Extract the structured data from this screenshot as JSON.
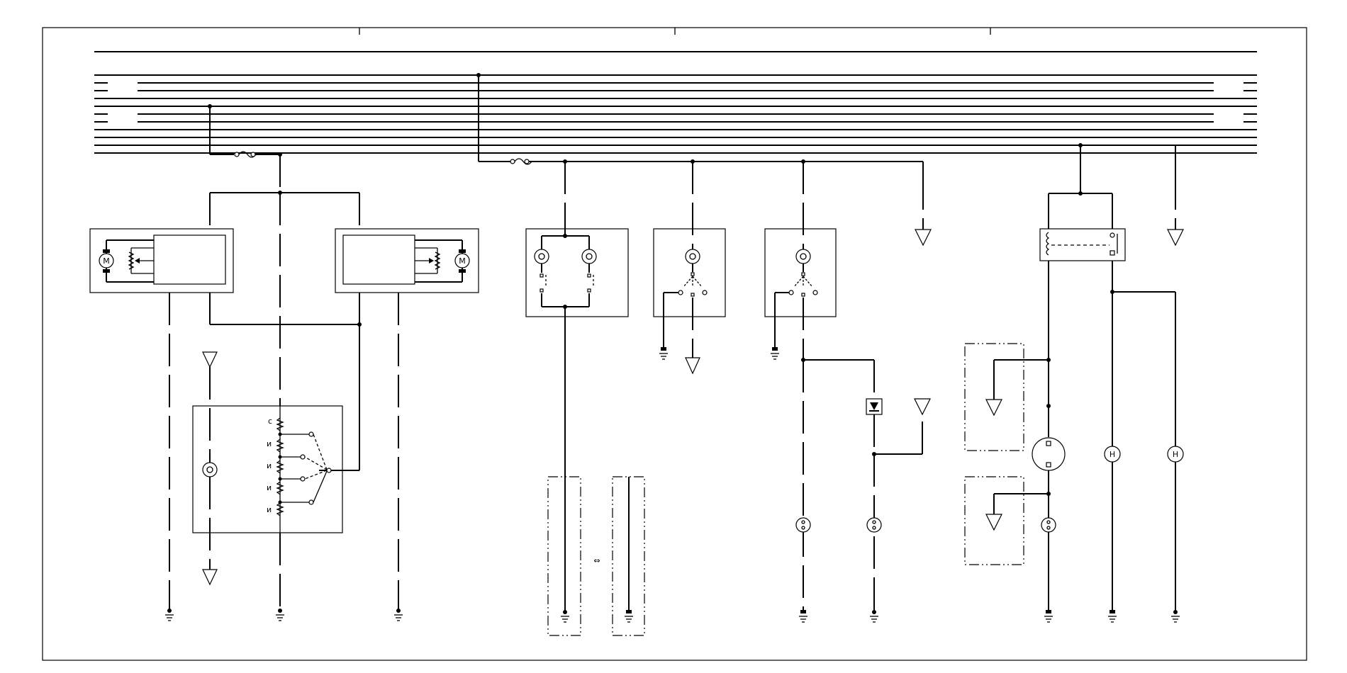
{
  "diagram": {
    "motor_symbol_1": "M",
    "motor_symbol_2": "M",
    "heater_symbol_1": "H",
    "heater_symbol_2": "H",
    "connector_symbol": "⇔"
  }
}
